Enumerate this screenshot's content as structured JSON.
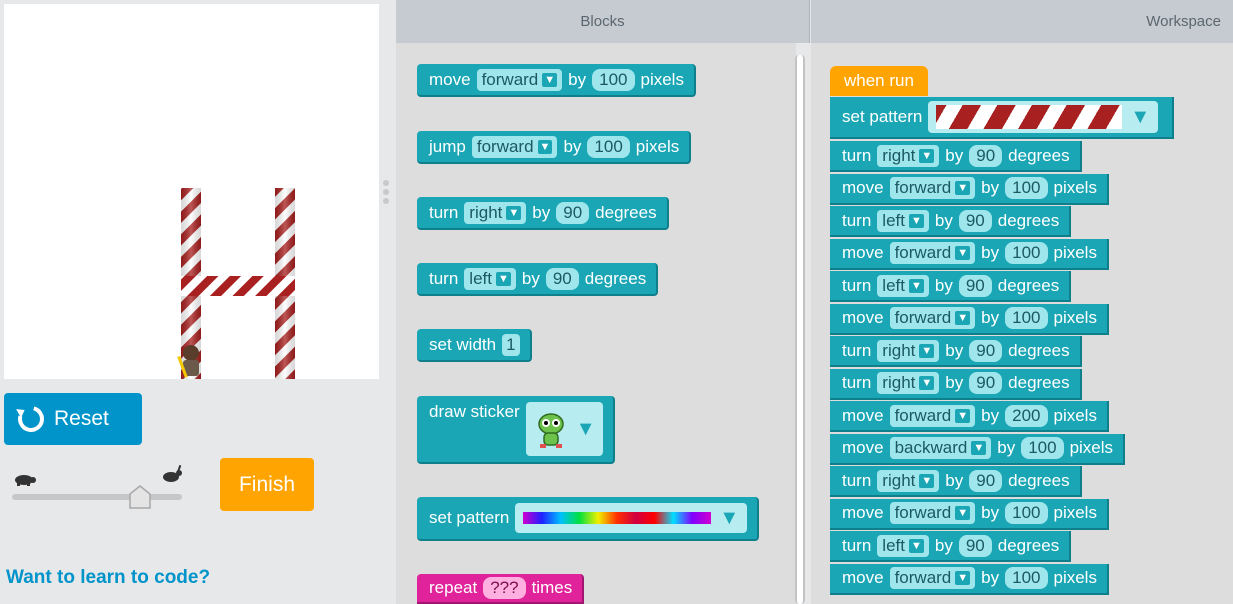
{
  "headers": {
    "blocks": "Blocks",
    "workspace": "Workspace"
  },
  "controls": {
    "reset_label": "Reset",
    "finish_label": "Finish",
    "learn_text": "Want to learn to code?",
    "speed_fraction": 0.75
  },
  "toolbox": {
    "b1": {
      "a": "move",
      "dir": "forward",
      "b": "by",
      "n": "100",
      "c": "pixels"
    },
    "b2": {
      "a": "jump",
      "dir": "forward",
      "b": "by",
      "n": "100",
      "c": "pixels"
    },
    "b3": {
      "a": "turn",
      "dir": "right",
      "b": "by",
      "n": "90",
      "c": "degrees"
    },
    "b4": {
      "a": "turn",
      "dir": "left",
      "b": "by",
      "n": "90",
      "c": "degrees"
    },
    "b5": {
      "a": "set width",
      "n": "1"
    },
    "b6": {
      "a": "draw sticker"
    },
    "b7": {
      "a": "set pattern"
    },
    "b8": {
      "a": "repeat",
      "n": "???",
      "c": "times"
    }
  },
  "workspace": {
    "hat": "when run",
    "set_pattern": "set pattern",
    "rows": [
      {
        "a": "turn",
        "dir": "right",
        "b": "by",
        "n": "90",
        "c": "degrees"
      },
      {
        "a": "move",
        "dir": "forward",
        "b": "by",
        "n": "100",
        "c": "pixels"
      },
      {
        "a": "turn",
        "dir": "left",
        "b": "by",
        "n": "90",
        "c": "degrees"
      },
      {
        "a": "move",
        "dir": "forward",
        "b": "by",
        "n": "100",
        "c": "pixels"
      },
      {
        "a": "turn",
        "dir": "left",
        "b": "by",
        "n": "90",
        "c": "degrees"
      },
      {
        "a": "move",
        "dir": "forward",
        "b": "by",
        "n": "100",
        "c": "pixels"
      },
      {
        "a": "turn",
        "dir": "right",
        "b": "by",
        "n": "90",
        "c": "degrees"
      },
      {
        "a": "turn",
        "dir": "right",
        "b": "by",
        "n": "90",
        "c": "degrees"
      },
      {
        "a": "move",
        "dir": "forward",
        "b": "by",
        "n": "200",
        "c": "pixels"
      },
      {
        "a": "move",
        "dir": "backward",
        "b": "by",
        "n": "100",
        "c": "pixels"
      },
      {
        "a": "turn",
        "dir": "right",
        "b": "by",
        "n": "90",
        "c": "degrees"
      },
      {
        "a": "move",
        "dir": "forward",
        "b": "by",
        "n": "100",
        "c": "pixels"
      },
      {
        "a": "turn",
        "dir": "left",
        "b": "by",
        "n": "90",
        "c": "degrees"
      },
      {
        "a": "move",
        "dir": "forward",
        "b": "by",
        "n": "100",
        "c": "pixels"
      }
    ]
  },
  "colors": {
    "block": "#1aa6b5",
    "hat": "#ffa400",
    "repeat": "#e0239b",
    "reset": "#0094ca",
    "finish": "#ffa400"
  }
}
